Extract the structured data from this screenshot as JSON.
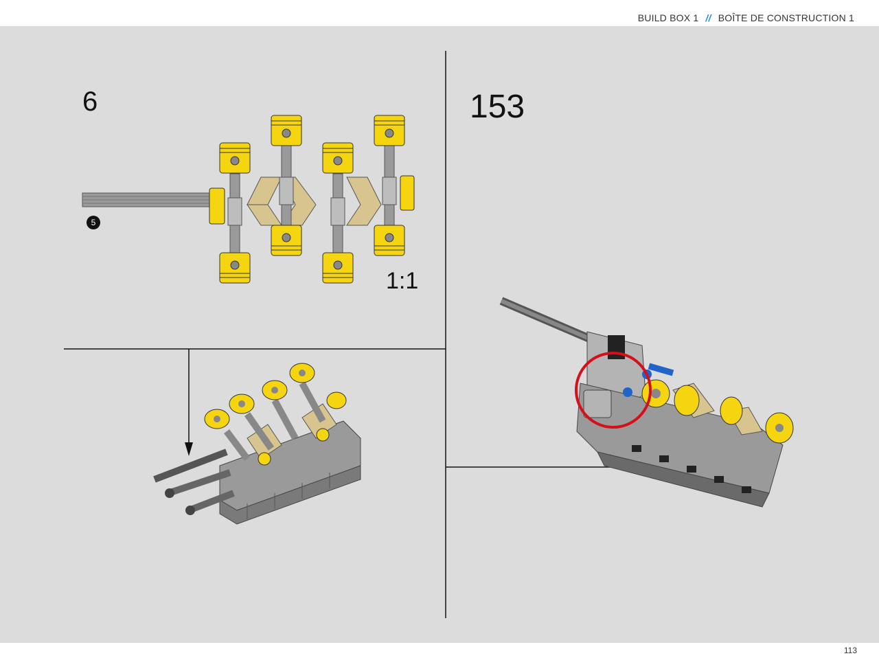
{
  "header": {
    "title_en": "BUILD BOX 1",
    "separator": "//",
    "title_fr": "BOÎTE DE CONSTRUCTION 1"
  },
  "submodel": {
    "step_number": "6",
    "callout_badge": "5",
    "scale": "1:1"
  },
  "main_step": {
    "step_number": "153"
  },
  "footer": {
    "page_number": "113"
  },
  "colors": {
    "background": "#dcdcdc",
    "yellow": "#f5d50f",
    "tan": "#d8c48f",
    "gray": "#9a9a9a",
    "dark_gray": "#6a6a6a",
    "red_highlight": "#d5101b",
    "blue": "#1f64c8"
  }
}
